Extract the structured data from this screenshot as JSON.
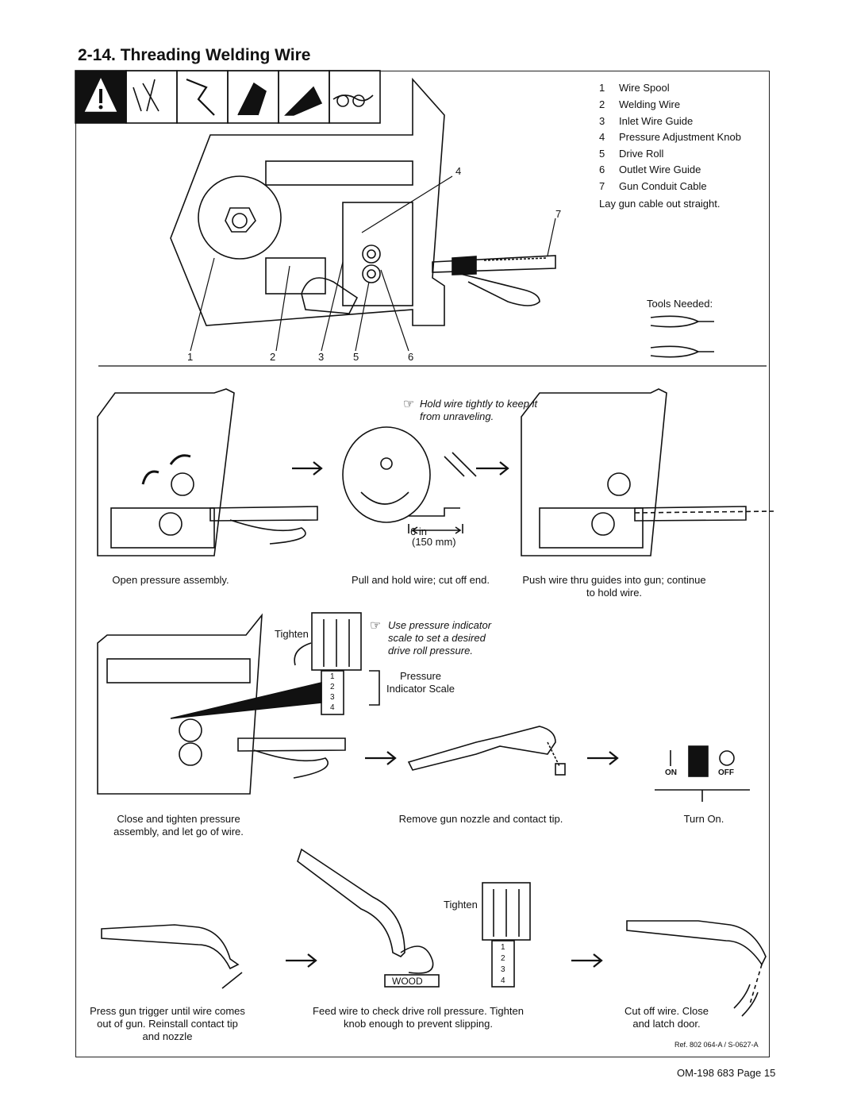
{
  "page": {
    "title": "2-14. Threading Welding Wire",
    "footer": "OM-198 683 Page 15",
    "reference": "Ref. 802 064-A / S-0627-A"
  },
  "legend": [
    {
      "num": "1",
      "label": "Wire Spool"
    },
    {
      "num": "2",
      "label": "Welding Wire"
    },
    {
      "num": "3",
      "label": "Inlet Wire Guide"
    },
    {
      "num": "4",
      "label": "Pressure Adjustment Knob"
    },
    {
      "num": "5",
      "label": "Drive Roll"
    },
    {
      "num": "6",
      "label": "Outlet Wire Guide"
    },
    {
      "num": "7",
      "label": "Gun Conduit Cable"
    }
  ],
  "legend_note": "Lay gun cable out straight.",
  "tools_needed": "Tools Needed:",
  "callouts": [
    "1",
    "2",
    "3",
    "5",
    "6",
    "4",
    "7"
  ],
  "notes": {
    "hold_wire": "Hold wire tightly to keep it from unraveling.",
    "pressure_indicator": "Use pressure indicator scale to set a desired drive roll pressure."
  },
  "labels": {
    "six_in": "6 in",
    "mm": "(150 mm)",
    "tighten": "Tighten",
    "pressure_scale": "Pressure Indicator Scale",
    "on": "ON",
    "off": "OFF",
    "wood": "WOOD",
    "scale_marks": [
      "1",
      "2",
      "3",
      "4"
    ]
  },
  "steps": {
    "s1": "Open pressure assembly.",
    "s2": "Pull and hold wire; cut off end.",
    "s3": "Push wire thru guides into gun; continue to hold wire.",
    "s4": "Close and tighten pressure assembly, and let go of wire.",
    "s5": "Remove gun nozzle and contact tip.",
    "s6": "Turn On.",
    "s7": "Press gun trigger until wire comes out of gun. Reinstall contact tip and nozzle",
    "s8": "Feed wire to check drive roll pressure. Tighten knob enough to prevent slipping.",
    "s9": "Cut off wire. Close and latch door."
  }
}
